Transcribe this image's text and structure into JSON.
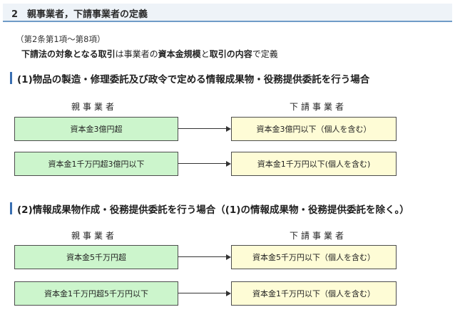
{
  "header": {
    "title": "2　親事業者，下請事業者の定義"
  },
  "scope": "（第2条第1項～第8項）",
  "intro": {
    "part1": "下請法の対象となる取引",
    "part2": "は事業者の",
    "part3": "資本金規模",
    "part4": "と",
    "part5": "取引の内容",
    "part6": "で定義"
  },
  "sections": [
    {
      "title": "(1)物品の製造・修理委託及び政令で定める情報成果物・役務提供委託を行う場合",
      "parent_label": "親事業者",
      "sub_label": "下請事業者",
      "rows": [
        {
          "parent": "資本金3億円超",
          "sub": "資本金3億円以下（個人を含む）"
        },
        {
          "parent": "資本金1千万円超3億円以下",
          "sub": "資本金1千万円以下(個人を含む)"
        }
      ]
    },
    {
      "title": "(2)情報成果物作成・役務提供委託を行う場合（(1)の情報成果物・役務提供委託を除く。）",
      "parent_label": "親事業者",
      "sub_label": "下請事業者",
      "rows": [
        {
          "parent": "資本金5千万円超",
          "sub": "資本金5千万円以下（個人を含む）"
        },
        {
          "parent": "資本金1千万円超5千万円以下",
          "sub": "資本金1千万円以下（個人を含む）"
        }
      ]
    }
  ]
}
